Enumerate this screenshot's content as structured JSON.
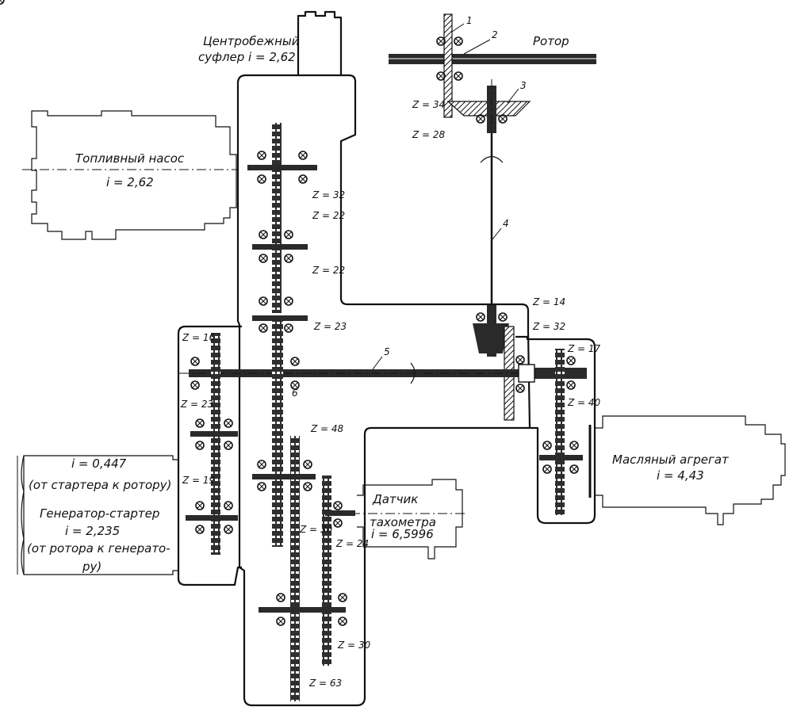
{
  "labels": {
    "centrifugal_sapun": "Центробежный",
    "centrifugal_sapun_2": "суфлер  i = 2,62",
    "fuel_pump": "Топливный  насос",
    "fuel_pump_ratio": "i = 2,62",
    "rotor": "Ротор",
    "oil_unit": "Масляный  агрегат",
    "oil_unit_ratio": "i = 4,43",
    "sensor_1": "Датчик",
    "sensor_2": "тахометра",
    "sensor_ratio": "i = 6,5996",
    "gen_ratio_1": "i = 0,447",
    "gen_ratio_1_note": "(от стартера к ротору)",
    "gen_name": "Генератор-стартер",
    "gen_ratio_2": "i = 2,235",
    "gen_ratio_2_note_1": "(от ротора  к генерато-",
    "gen_ratio_2_note_2": "ру)"
  },
  "part_numbers": [
    "1",
    "2",
    "3",
    "4",
    "5",
    "6"
  ],
  "teeth": {
    "z34": "Z = 34",
    "z28": "Z = 28",
    "z32a": "Z = 32",
    "z22a": "Z = 22",
    "z22b": "Z = 22",
    "z23a": "Z = 23",
    "z14": "Z = 14",
    "z32b": "Z = 32",
    "z16": "Z = 16",
    "z17": "Z = 17",
    "z40": "Z = 40",
    "z23b": "Z = 23",
    "z48": "Z = 48",
    "z19": "Z = 19",
    "z30a": "Z = 30",
    "z24": "Z = 24",
    "z30b": "Z = 30",
    "z63": "Z = 63"
  }
}
